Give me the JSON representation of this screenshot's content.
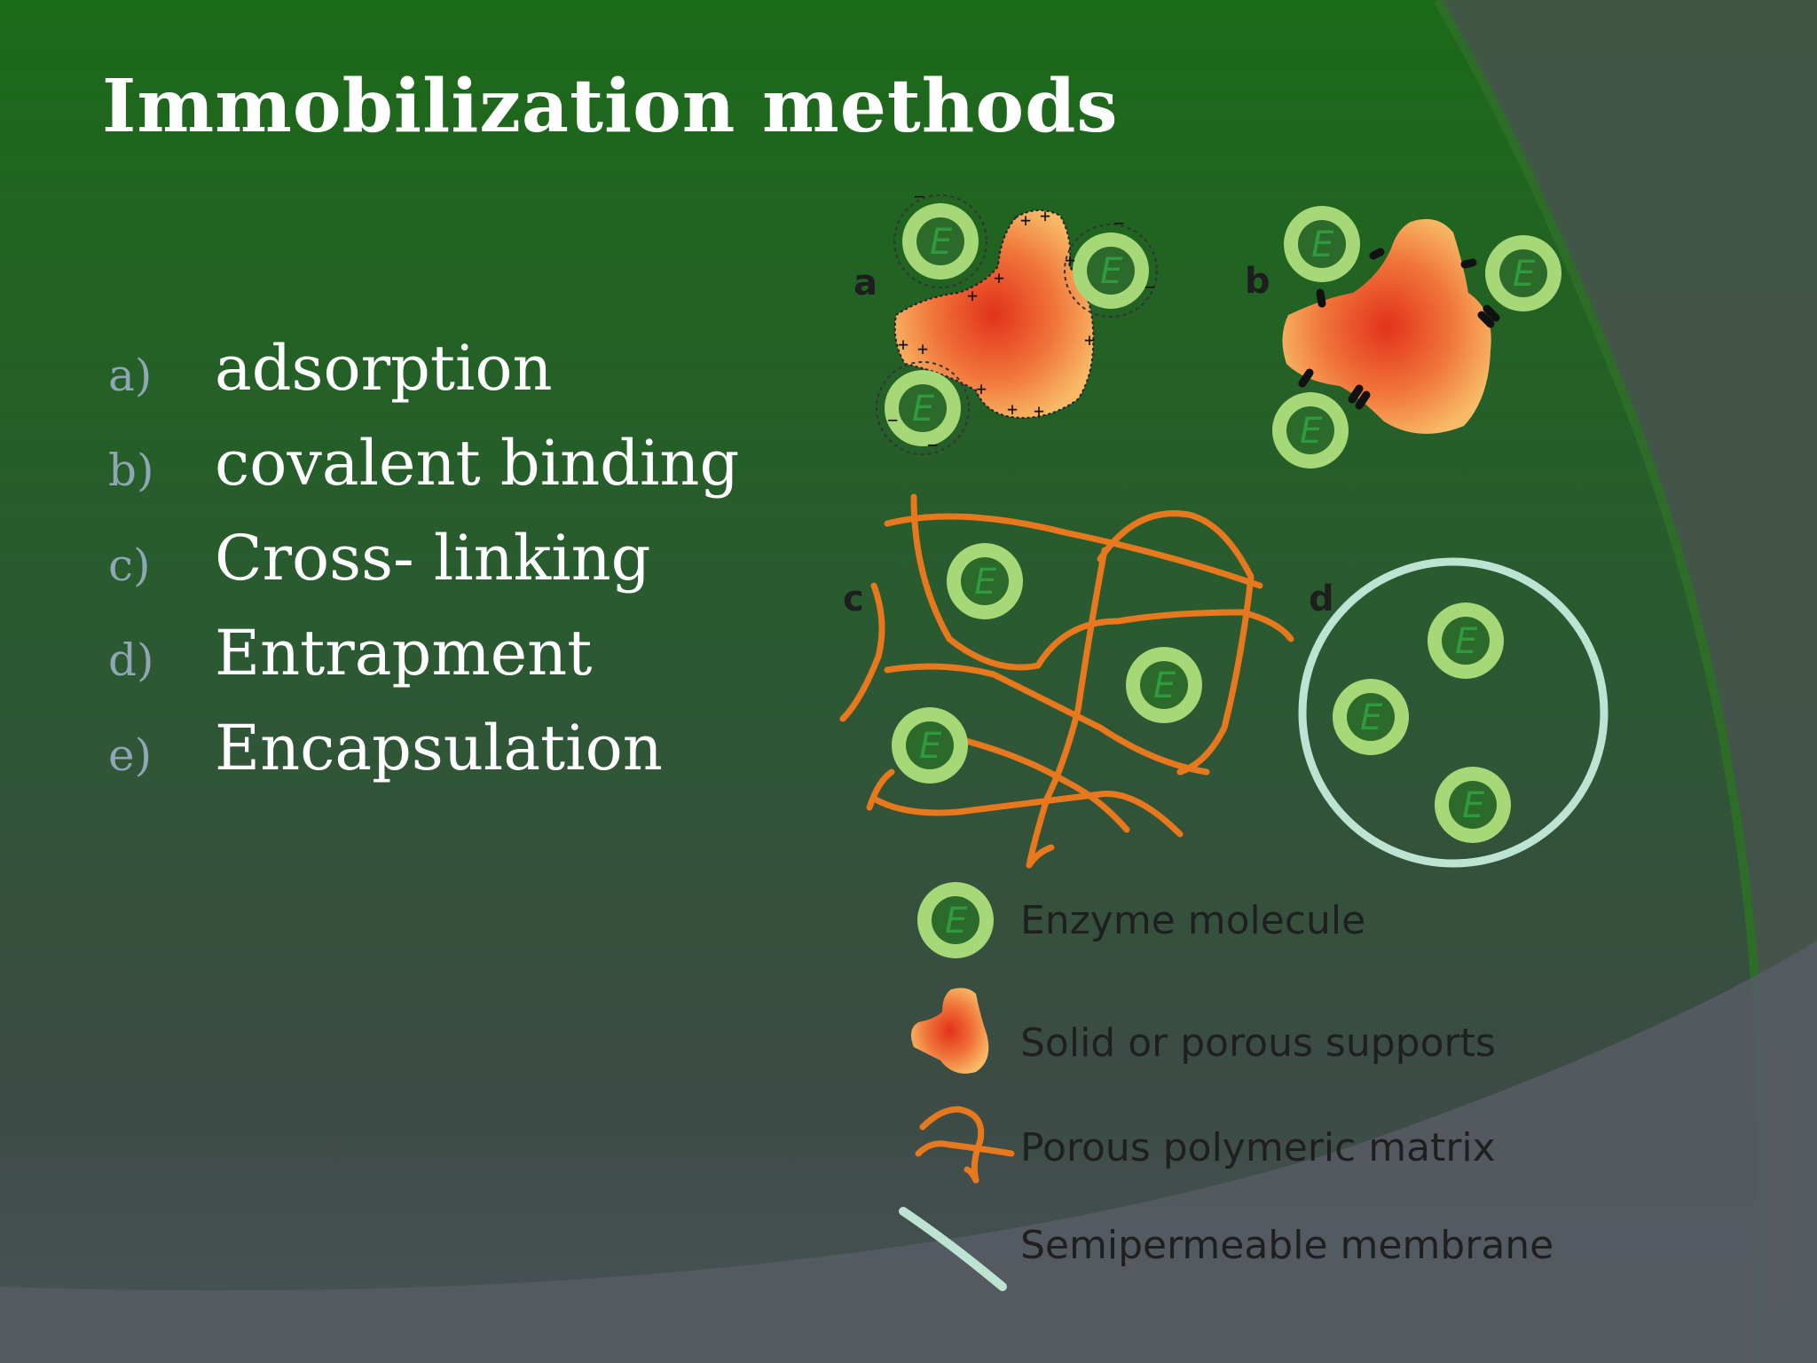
{
  "slide": {
    "title": "Immobilization methods",
    "methods": [
      {
        "label": "a)",
        "text": "adsorption"
      },
      {
        "label": "b)",
        "text": "covalent binding"
      },
      {
        "label": "c)",
        "text": "Cross- linking"
      },
      {
        "label": "d)",
        "text": "Entrapment"
      },
      {
        "label": "e)",
        "text": "Encapsulation"
      }
    ]
  },
  "diagram": {
    "panel_labels": {
      "a": "a",
      "b": "b",
      "c": "c",
      "d": "d"
    },
    "enzyme_letter": "E",
    "charges": {
      "positive": "+",
      "negative": "−"
    },
    "legend": [
      {
        "symbol": "enzyme-molecule",
        "text": "Enzyme molecule"
      },
      {
        "symbol": "solid-support",
        "text": "Solid or porous supports"
      },
      {
        "symbol": "polymeric-matrix",
        "text": "Porous polymeric matrix"
      },
      {
        "symbol": "semipermeable-membrane",
        "text": "Semipermeable membrane"
      }
    ]
  },
  "colors": {
    "background_green": "#1c6a1c",
    "background_dark": "#3b4a40",
    "enzyme_ring": "#a6d878",
    "support_core": "#e23a1e",
    "support_edge": "#f7b062",
    "matrix": "#e8781e",
    "membrane": "#bde3d3",
    "bullet_label": "#8fa7b4"
  }
}
